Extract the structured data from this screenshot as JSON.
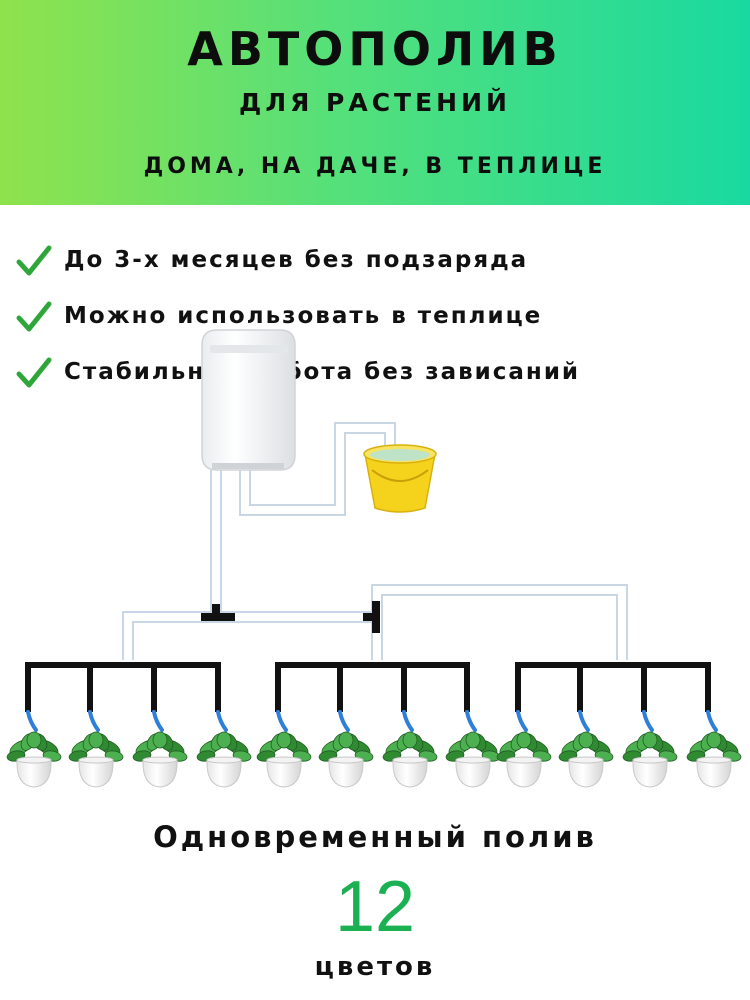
{
  "banner": {
    "title": "АВТОПОЛИВ",
    "subtitle": "ДЛЯ РАСТЕНИЙ",
    "tagline": "ДОМА, НА ДАЧЕ, В ТЕПЛИЦЕ"
  },
  "features": [
    {
      "icon": "checkmark-icon",
      "text": "До 3-х месяцев без подзаряда"
    },
    {
      "icon": "checkmark-icon",
      "text": "Можно использовать в теплице"
    },
    {
      "icon": "checkmark-icon",
      "text": "Стабильная работа без  зависаний"
    }
  ],
  "diagram": {
    "plant_count": 12,
    "groups": 3,
    "plants_per_group": 4
  },
  "footer": {
    "line": "Одновременный полив",
    "count": "12",
    "unit": "цветов"
  },
  "colors": {
    "banner_start": "#8fe24c",
    "banner_end": "#19d9a0",
    "check": "#2fa63a",
    "count": "#1bb152",
    "bucket": "#f5d31c",
    "drip_tube": "#2f7fd8"
  }
}
